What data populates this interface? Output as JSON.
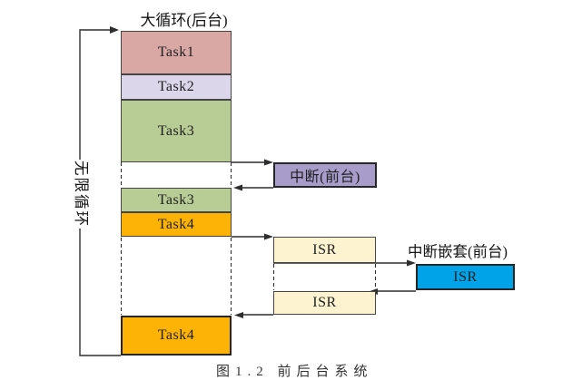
{
  "title": "大循环(后台)",
  "side_label": "无限循环",
  "nested_interrupt_label": "中断嵌套(前台)",
  "caption_partial": "图1.2 前后台系统",
  "colors": {
    "task1": "#d9a7a4",
    "task2": "#dbd6ea",
    "task3": "#b7cd95",
    "task4": "#fcb305",
    "interrupt": "#a89cca",
    "isr": "#fdf3d0",
    "isr_nested": "#00a3e8",
    "border": "#454545",
    "line": "#2e2e2e"
  },
  "blocks": {
    "task1": {
      "label": "Task1"
    },
    "task2": {
      "label": "Task2"
    },
    "task3_first": {
      "label": "Task3"
    },
    "task3_second": {
      "label": "Task3"
    },
    "task4_first": {
      "label": "Task4"
    },
    "task4_second": {
      "label": "Task4"
    },
    "interrupt": {
      "label": "中断(前台)"
    },
    "isr_first": {
      "label": "ISR"
    },
    "isr_second": {
      "label": "ISR"
    },
    "isr_nested": {
      "label": "ISR"
    }
  }
}
